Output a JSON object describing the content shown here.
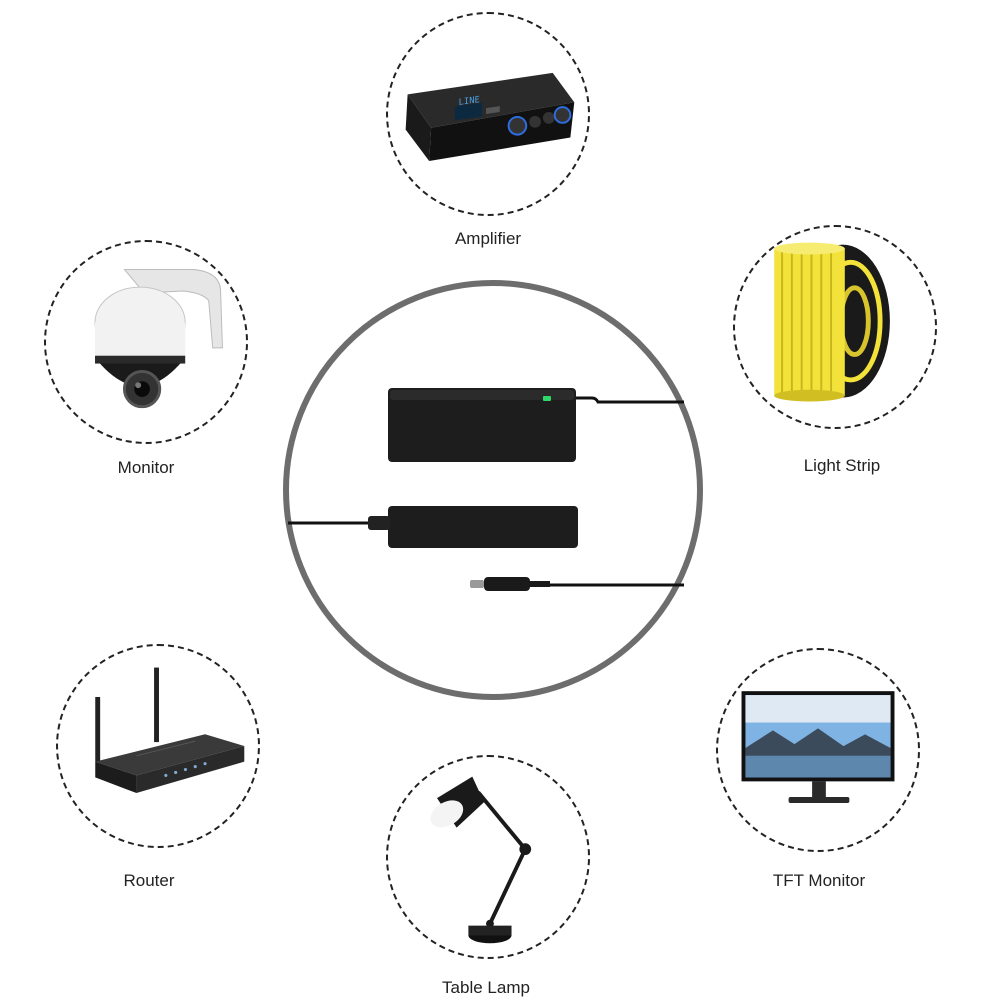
{
  "devices": [
    {
      "key": "amplifier",
      "label": "Amplifier",
      "icon": "amplifier-icon"
    },
    {
      "key": "monitor",
      "label": "Monitor",
      "icon": "security-camera-icon"
    },
    {
      "key": "light_strip",
      "label": "Light Strip",
      "icon": "led-strip-reel-icon"
    },
    {
      "key": "router",
      "label": "Router",
      "icon": "router-icon"
    },
    {
      "key": "tft_monitor",
      "label": "TFT Monitor",
      "icon": "tft-monitor-icon"
    },
    {
      "key": "table_lamp",
      "label": "Table Lamp",
      "icon": "table-lamp-icon"
    }
  ],
  "center": {
    "icon": "power-adapter-icon"
  },
  "colors": {
    "ring": "#6d6d6d",
    "dash": "#222222",
    "led": "#2fd86b",
    "strip": "#f2e23a"
  }
}
